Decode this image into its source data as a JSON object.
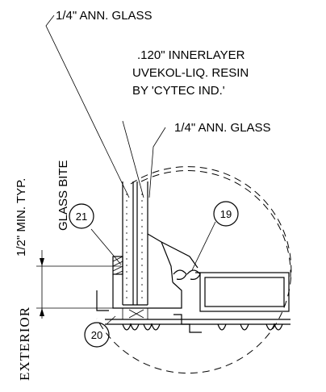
{
  "labels": {
    "glass_outer": "1/4\" ANN. GLASS",
    "interlayer_1": ".120\" INNERLAYER",
    "interlayer_2": "UVEKOL-LIQ. RESIN",
    "interlayer_3": "BY 'CYTEC IND.'",
    "glass_inner": "1/4\" ANN. GLASS",
    "min_typ": "1/2\" MIN. TYP.",
    "glass_bite": "GLASS BITE",
    "exterior": "EXTERIOR"
  },
  "callouts": [
    "21",
    "19",
    "20"
  ]
}
